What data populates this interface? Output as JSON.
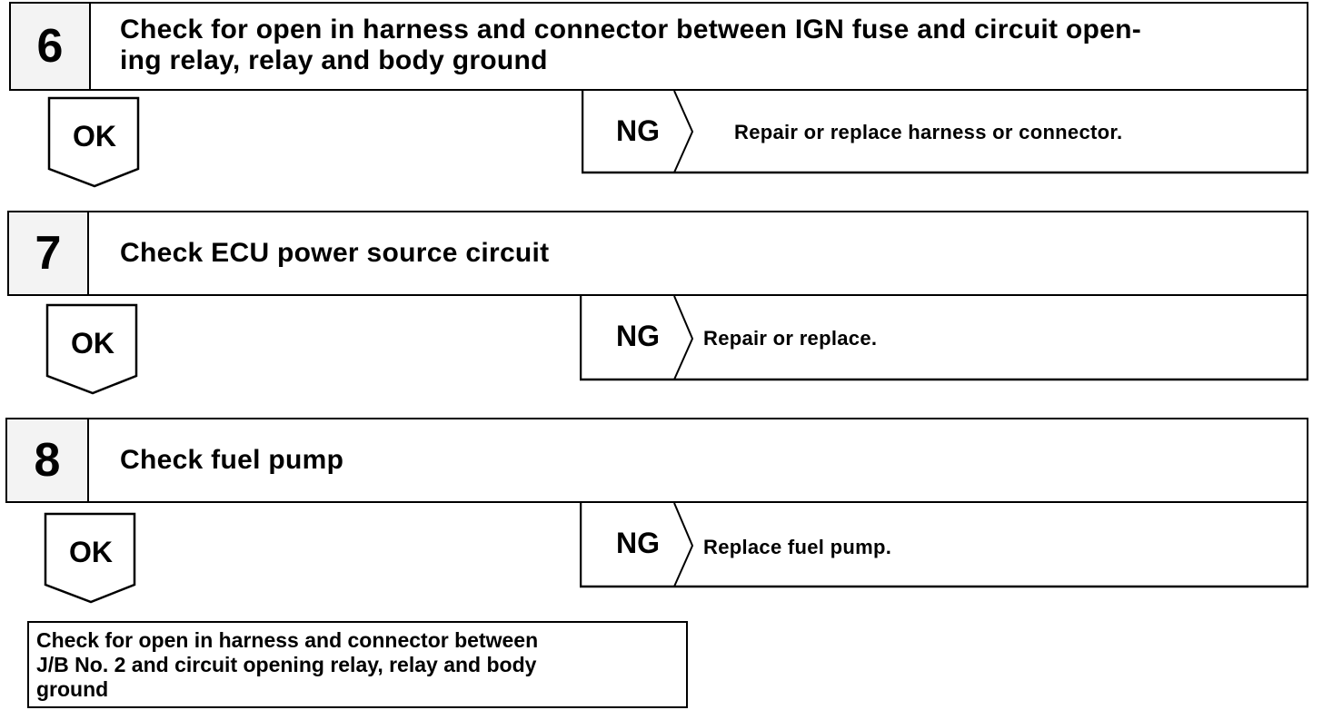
{
  "steps": [
    {
      "number": "6",
      "title": "Check for open in harness and connector between IGN fuse and circuit open-\ning relay, relay and body ground",
      "ok_label": "OK",
      "ng_label": "NG",
      "ng_action": "Repair or replace harness or connector."
    },
    {
      "number": "7",
      "title": "Check ECU power source circuit",
      "ok_label": "OK",
      "ng_label": "NG",
      "ng_action": "Repair or replace."
    },
    {
      "number": "8",
      "title": "Check fuel pump",
      "ok_label": "OK",
      "ng_label": "NG",
      "ng_action": "Replace fuel pump."
    }
  ],
  "final_step": {
    "line1": "Check for open in harness and connector between",
    "line2": "J/B No. 2 and circuit opening relay, relay and body",
    "line3": "ground"
  }
}
